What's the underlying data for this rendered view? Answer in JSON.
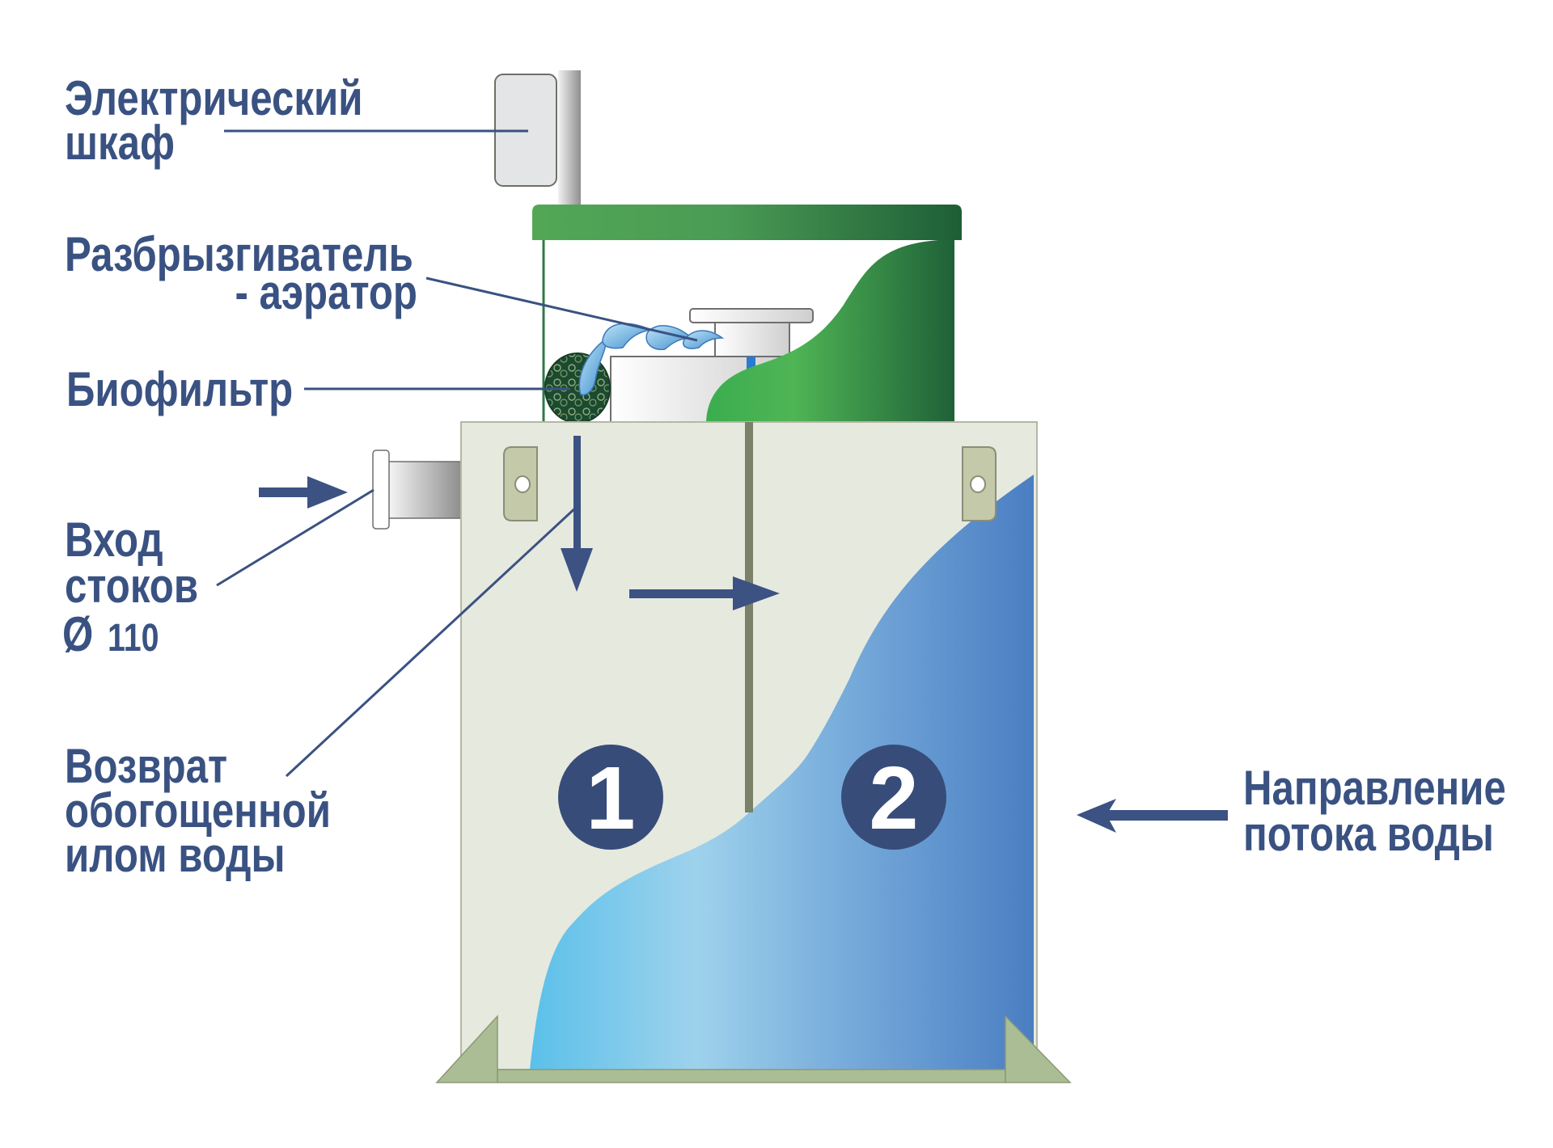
{
  "diagram": {
    "type": "septic tank / wastewater treatment station schematic",
    "colors": {
      "label_text": "#3a5282",
      "leader_line": "#3a5282",
      "flow_arrow": "#3b5282",
      "tank_body": "#e6e9de",
      "tank_outline": "#b3b7a7",
      "divider": "#7b8068",
      "lid_green_light": "#52a755",
      "lid_green_dark": "#1e5e36",
      "water_light": "#5bc0ea",
      "water_mid": "#9ed2ec",
      "water_dark": "#4a7ec2",
      "chamber_badge": "#374c79",
      "base_plate": "#abbd94"
    },
    "labels": {
      "electrical_cabinet": [
        "Электрический",
        "шкаф"
      ],
      "sprinkler_aerator": [
        "Разбрызгиватель",
        "- аэратор"
      ],
      "biofilter": [
        "Биофильтр"
      ],
      "inlet": [
        "Вход",
        "стоков"
      ],
      "inlet_diameter_symbol": "Ø",
      "inlet_diameter_value": "110",
      "sludge_return": [
        "Возврат",
        "обогощенной",
        "илом воды"
      ],
      "flow_direction": [
        "Направление",
        "потока воды"
      ]
    },
    "chambers": [
      {
        "number": "1"
      },
      {
        "number": "2"
      }
    ],
    "icons": {
      "inlet_arrow": "arrow-right-icon",
      "flow_direction_arrow": "arrow-left-icon",
      "downflow_arrow": "arrow-down-icon",
      "transfer_arrow": "arrow-right-icon"
    }
  }
}
